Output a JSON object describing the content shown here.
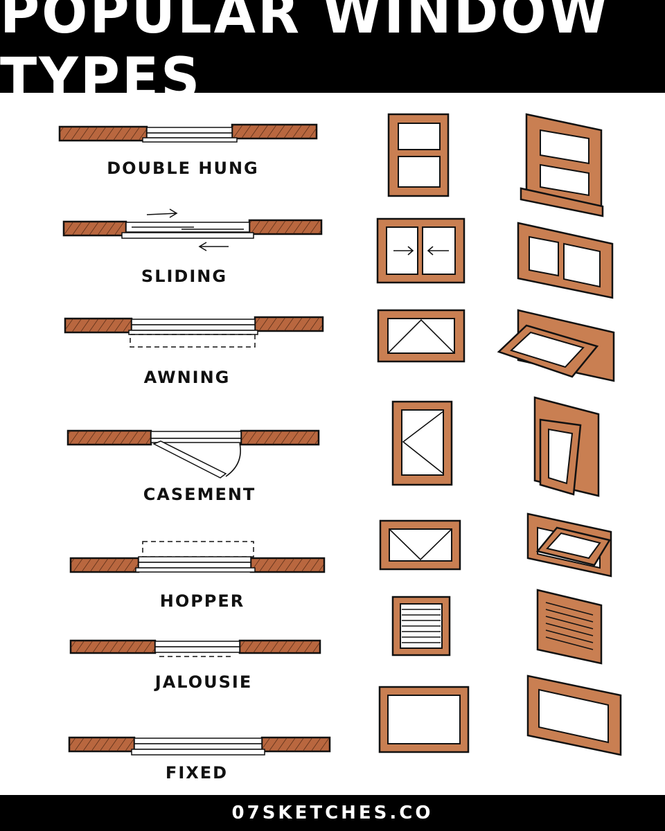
{
  "header": {
    "title": "POPULAR WINDOW TYPES"
  },
  "footer": {
    "site": "07SKETCHES.CO"
  },
  "colors": {
    "wood": "#c97f52",
    "wall": "#b9673f",
    "ink": "#111111",
    "band": "#000000"
  },
  "window_types": [
    {
      "label": "DOUBLE HUNG"
    },
    {
      "label": "SLIDING"
    },
    {
      "label": "AWNING"
    },
    {
      "label": "CASEMENT"
    },
    {
      "label": "HOPPER"
    },
    {
      "label": "JALOUSIE"
    },
    {
      "label": "FIXED"
    }
  ]
}
